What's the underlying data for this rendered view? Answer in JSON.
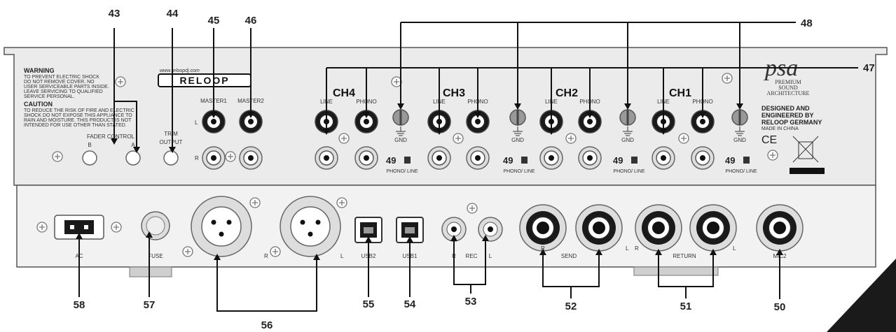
{
  "warning": {
    "title": "WARNING",
    "lines": [
      "TO PREVENT ELECTRIC SHOCK",
      "DO NOT REMOVE COVER. NO",
      "USER SERVICEABLE PARTS INSIDE.",
      "LEAVE SERVICING TO QUALIFIED",
      "SERVICE PERSONAL."
    ]
  },
  "caution": {
    "title": "CAUTION",
    "lines": [
      "TO REDUCE THE RISK OF FIRE AND ELECTRIC",
      "SHOCK DO NOT EXPOSE THIS APPLIANCE TO",
      "RAIN AND MOISTURE. THIS PRODUCT IS NOT",
      "INTENDED FOR USE OTHER THAN STATED."
    ]
  },
  "brand": {
    "url": "www.reloopdj.com",
    "logo": "RELOOP"
  },
  "psa": {
    "mark": "psa",
    "line1": "PREMIUM",
    "line2": "SOUND",
    "line3": "ARCHITECTURE"
  },
  "designed": {
    "line1": "DESIGNED AND",
    "line2": "ENGINEERED BY",
    "line3": "RELOOP GERMANY",
    "made_in": "MADE IN CHINA",
    "ce": "CE"
  },
  "panel_labels": {
    "fader_control": "FADER CONTROL",
    "fader_b": "B",
    "fader_a": "A",
    "trim": "TRIM",
    "output": "OUTPUT",
    "master1": "MASTER1",
    "master2": "MASTER2",
    "left": "L",
    "right": "R",
    "line": "LINE",
    "phono": "PHONO",
    "gnd": "GND",
    "phono_line": "PHONO/ LINE",
    "ac": "AC",
    "fuse": "FUSE",
    "xlr_r": "R",
    "xlr_l": "L",
    "usb2": "USB2",
    "usb1": "USB1",
    "rec": "REC",
    "rec_r": "R",
    "rec_l": "L",
    "send": "SEND",
    "send_r": "R",
    "send_l": "L",
    "return": "RETURN",
    "return_r": "R",
    "return_l": "L",
    "mic2": "MIC2"
  },
  "channels": [
    "CH4",
    "CH3",
    "CH2",
    "CH1"
  ],
  "callouts": {
    "c43": "43",
    "c44": "44",
    "c45": "45",
    "c46": "46",
    "c47": "47",
    "c48": "48",
    "c49a": "49",
    "c49b": "49",
    "c49c": "49",
    "c49d": "49",
    "c50": "50",
    "c51": "51",
    "c52": "52",
    "c53": "53",
    "c54": "54",
    "c55": "55",
    "c56": "56",
    "c57": "57",
    "c58": "58"
  },
  "colors": {
    "panel": "#e9e9e9",
    "panel_lower": "#f0f0f0",
    "outline": "#555555",
    "jack_dark": "#1a1a1a",
    "lead": "#111111"
  }
}
